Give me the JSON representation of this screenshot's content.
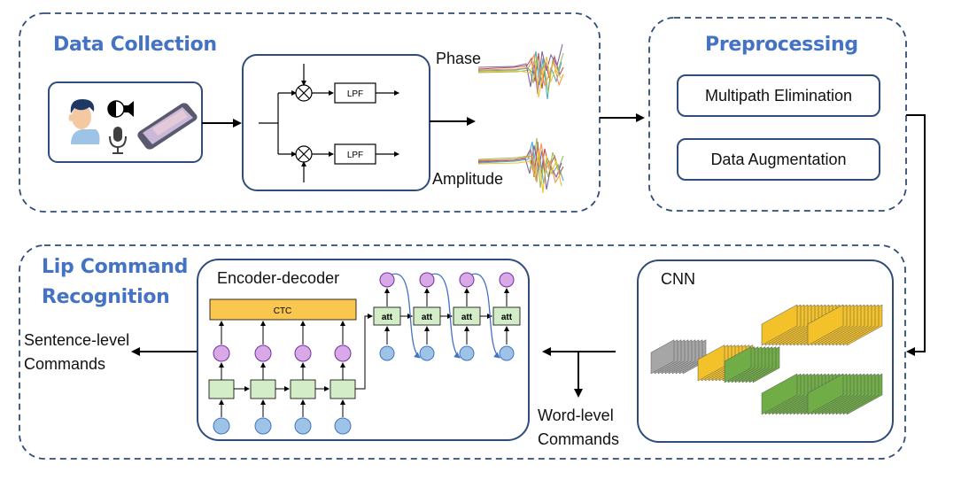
{
  "sections": {
    "data_collection": "Data Collection",
    "preprocessing": "Preprocessing",
    "lip_command_line1": "Lip Command",
    "lip_command_line2": "Recognition"
  },
  "mixer": {
    "lpf_top": "LPF",
    "lpf_bottom": "LPF"
  },
  "signals": {
    "phase": "Phase",
    "amplitude": "Amplitude"
  },
  "preprocessing_steps": [
    "Multipath Elimination",
    "Data Augmentation"
  ],
  "cnn": {
    "title": "CNN"
  },
  "encoder_decoder": {
    "title": "Encoder-decoder",
    "ctc": "CTC",
    "att": [
      "att",
      "att",
      "att",
      "att"
    ]
  },
  "outputs": {
    "sentence_line1": "Sentence-level",
    "sentence_line2": "Commands",
    "word_line1": "Word-level",
    "word_line2": "Commands"
  },
  "colors": {
    "section_title": "#4472c4",
    "box_border": "#2f4d7a",
    "ctc_fill": "#f9c74f",
    "rnn_cell": "#d4edc9",
    "input_node": "#9dc3e6",
    "output_node": "#d9a8e6",
    "cnn_gray": "#a6a6a6",
    "cnn_yellow": "#f3c12a",
    "cnn_green": "#70ad47"
  }
}
